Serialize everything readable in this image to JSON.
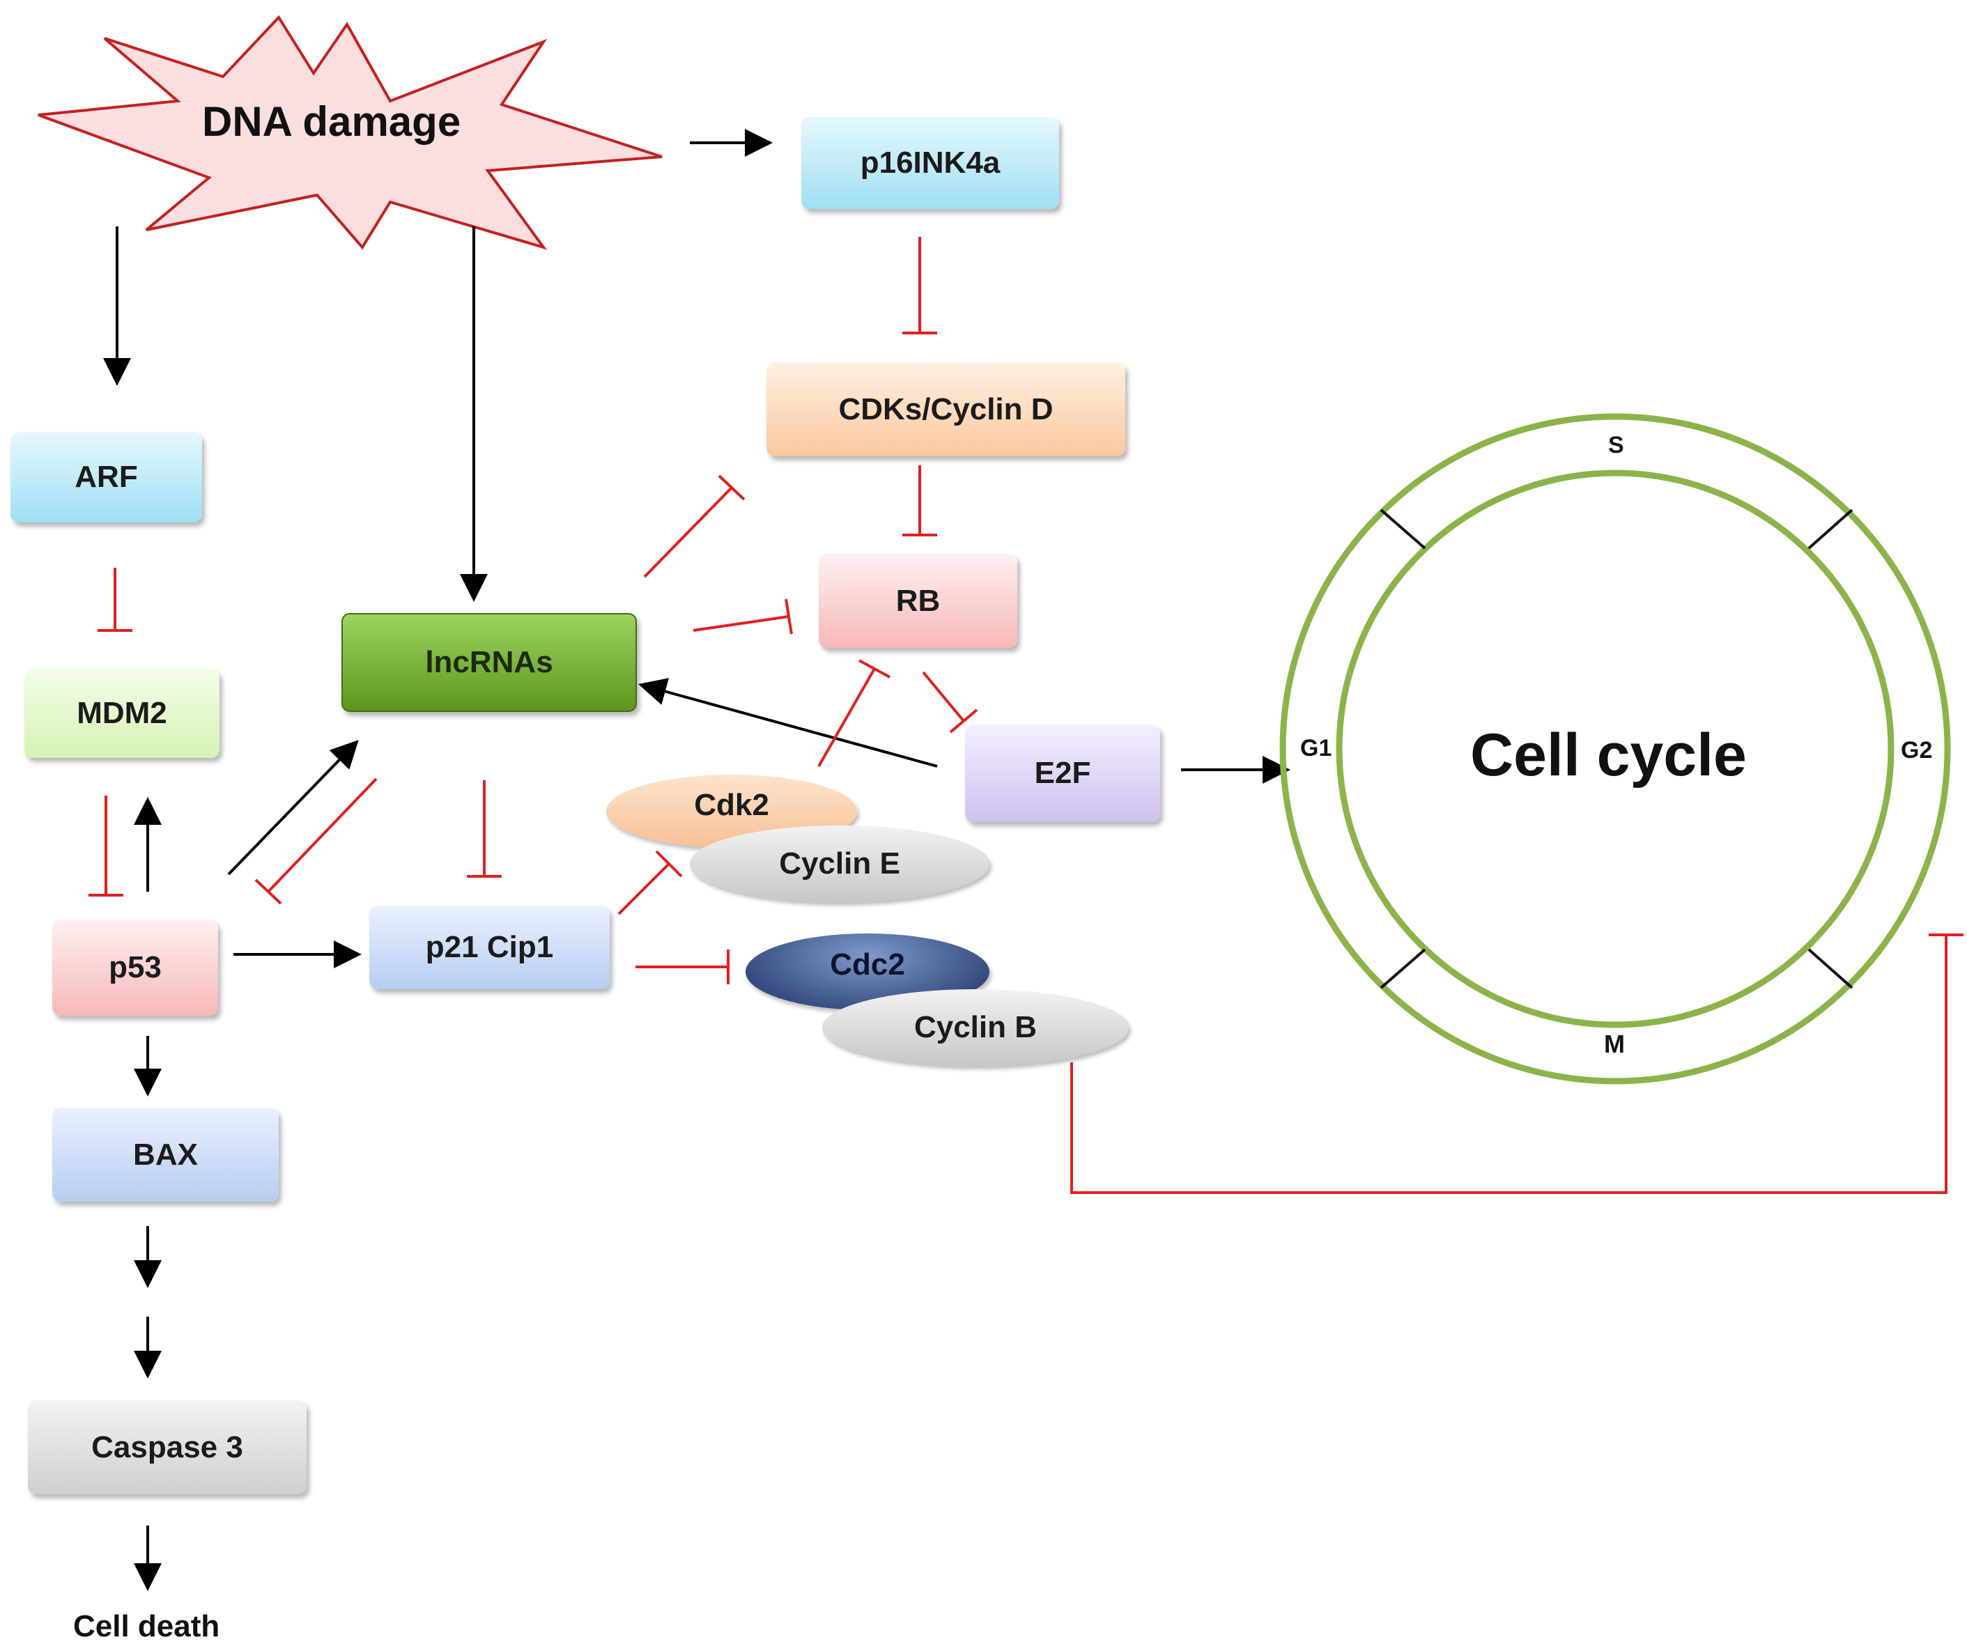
{
  "trigger": {
    "label": "DNA damage"
  },
  "nodes": {
    "arf": "ARF",
    "mdm2": "MDM2",
    "p53": "p53",
    "bax": "BAX",
    "caspase3": "Caspase 3",
    "cell_death": "Cell death",
    "lncrnas": "lncRNAs",
    "p21": "p21 Cip1",
    "p16": "p16INK4a",
    "cdks_cyclin_d": "CDKs/Cyclin D",
    "rb": "RB",
    "e2f": "E2F",
    "cdk2": "Cdk2",
    "cyclin_e": "Cyclin E",
    "cdc2": "Cdc2",
    "cyclin_b": "Cyclin B"
  },
  "cell_cycle": {
    "title": "Cell cycle",
    "phases": {
      "s": "S",
      "g1": "G1",
      "g2": "G2",
      "m": "M"
    }
  },
  "colors": {
    "activation": "#000000",
    "inhibition": "#e0201f",
    "cycle_ring": "#8bb34a"
  }
}
